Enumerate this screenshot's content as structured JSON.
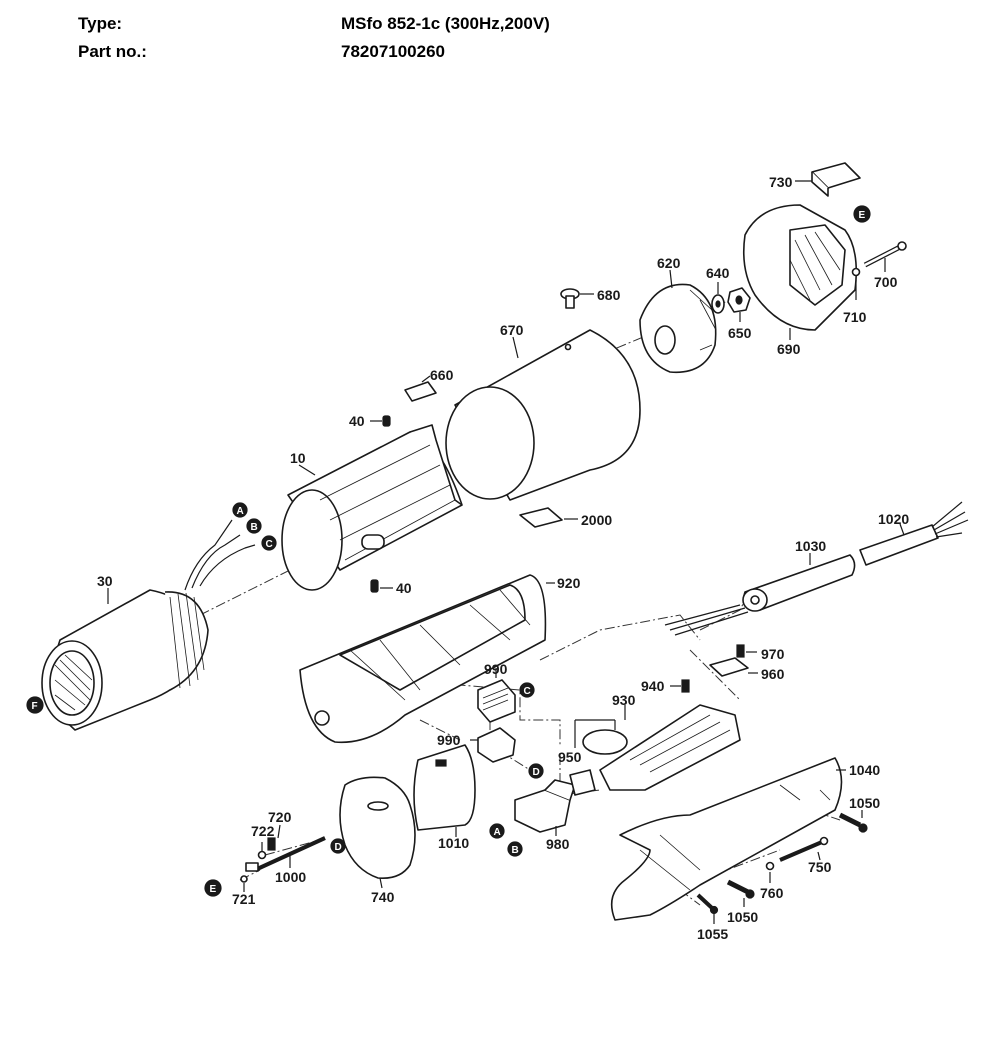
{
  "header": {
    "type_label": "Type:",
    "type_value": "MSfo 852-1c (300Hz,200V)",
    "partno_label": "Part no.:",
    "partno_value": "78207100260"
  },
  "parts": {
    "p10": "10",
    "p30": "30",
    "p40a": "40",
    "p40b": "40",
    "p620": "620",
    "p640": "640",
    "p650": "650",
    "p660": "660",
    "p670": "670",
    "p680": "680",
    "p690": "690",
    "p700": "700",
    "p710": "710",
    "p720": "720",
    "p721": "721",
    "p722": "722",
    "p730": "730",
    "p740": "740",
    "p750": "750",
    "p760": "760",
    "p920": "920",
    "p930": "930",
    "p940": "940",
    "p950": "950",
    "p960": "960",
    "p970": "970",
    "p980": "980",
    "p990a": "990",
    "p990b": "990",
    "p1000": "1000",
    "p1010": "1010",
    "p1020": "1020",
    "p1030": "1030",
    "p1040": "1040",
    "p1050a": "1050",
    "p1050b": "1050",
    "p1055": "1055",
    "p2000": "2000"
  },
  "connectors": {
    "A": "A",
    "B": "B",
    "C": "C",
    "D": "D",
    "E": "E",
    "F": "F"
  }
}
